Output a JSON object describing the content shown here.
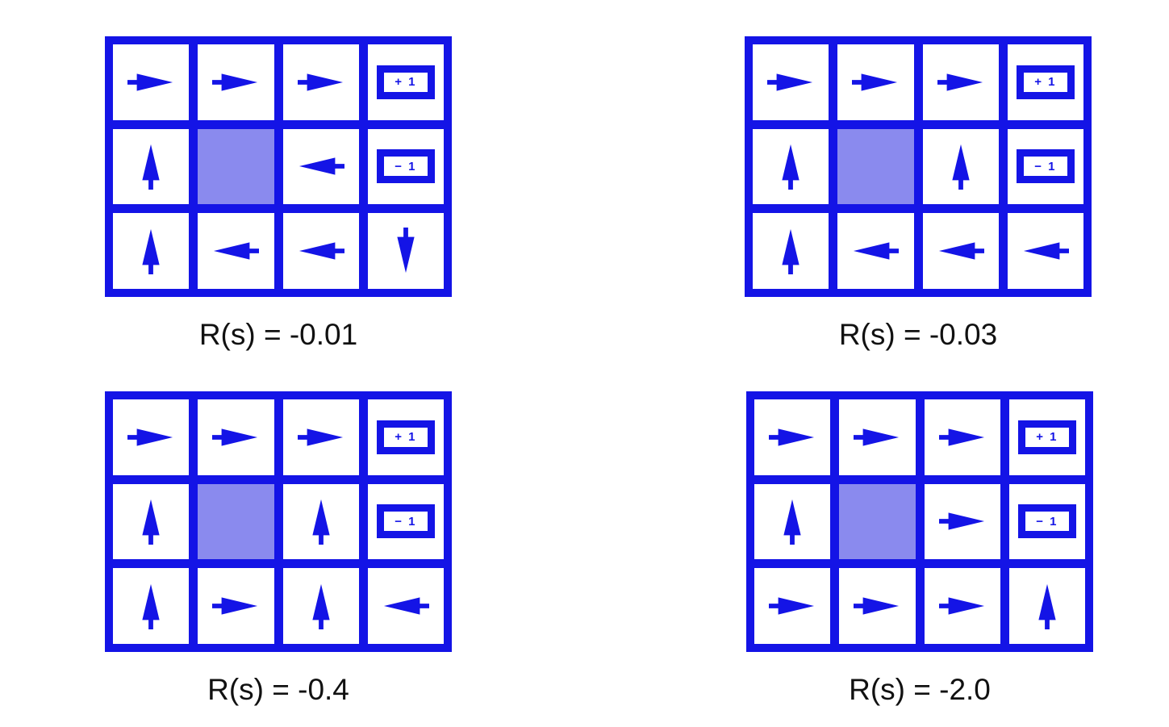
{
  "figure": {
    "description_type": "gridworld-policy-figure",
    "background": "#ffffff",
    "rows": 3,
    "cols": 4
  },
  "colors": {
    "blue": "#1414e6",
    "wall": "#8a8aee",
    "label_text": "#111111"
  },
  "terminals": {
    "plus_label": "+ 1",
    "minus_label": "− 1"
  },
  "grids": [
    {
      "label": "R(s) = -0.01",
      "cells": [
        [
          "right",
          "right",
          "right",
          "plus"
        ],
        [
          "up",
          "wall",
          "left",
          "minus"
        ],
        [
          "up",
          "left",
          "left",
          "down"
        ]
      ]
    },
    {
      "label": "R(s) = -0.03",
      "cells": [
        [
          "right",
          "right",
          "right",
          "plus"
        ],
        [
          "up",
          "wall",
          "up",
          "minus"
        ],
        [
          "up",
          "left",
          "left",
          "left"
        ]
      ]
    },
    {
      "label": "R(s) = -0.4",
      "cells": [
        [
          "right",
          "right",
          "right",
          "plus"
        ],
        [
          "up",
          "wall",
          "up",
          "minus"
        ],
        [
          "up",
          "right",
          "up",
          "left"
        ]
      ]
    },
    {
      "label": "R(s) = -2.0",
      "cells": [
        [
          "right",
          "right",
          "right",
          "plus"
        ],
        [
          "up",
          "wall",
          "right",
          "minus"
        ],
        [
          "right",
          "right",
          "right",
          "up"
        ]
      ]
    }
  ]
}
